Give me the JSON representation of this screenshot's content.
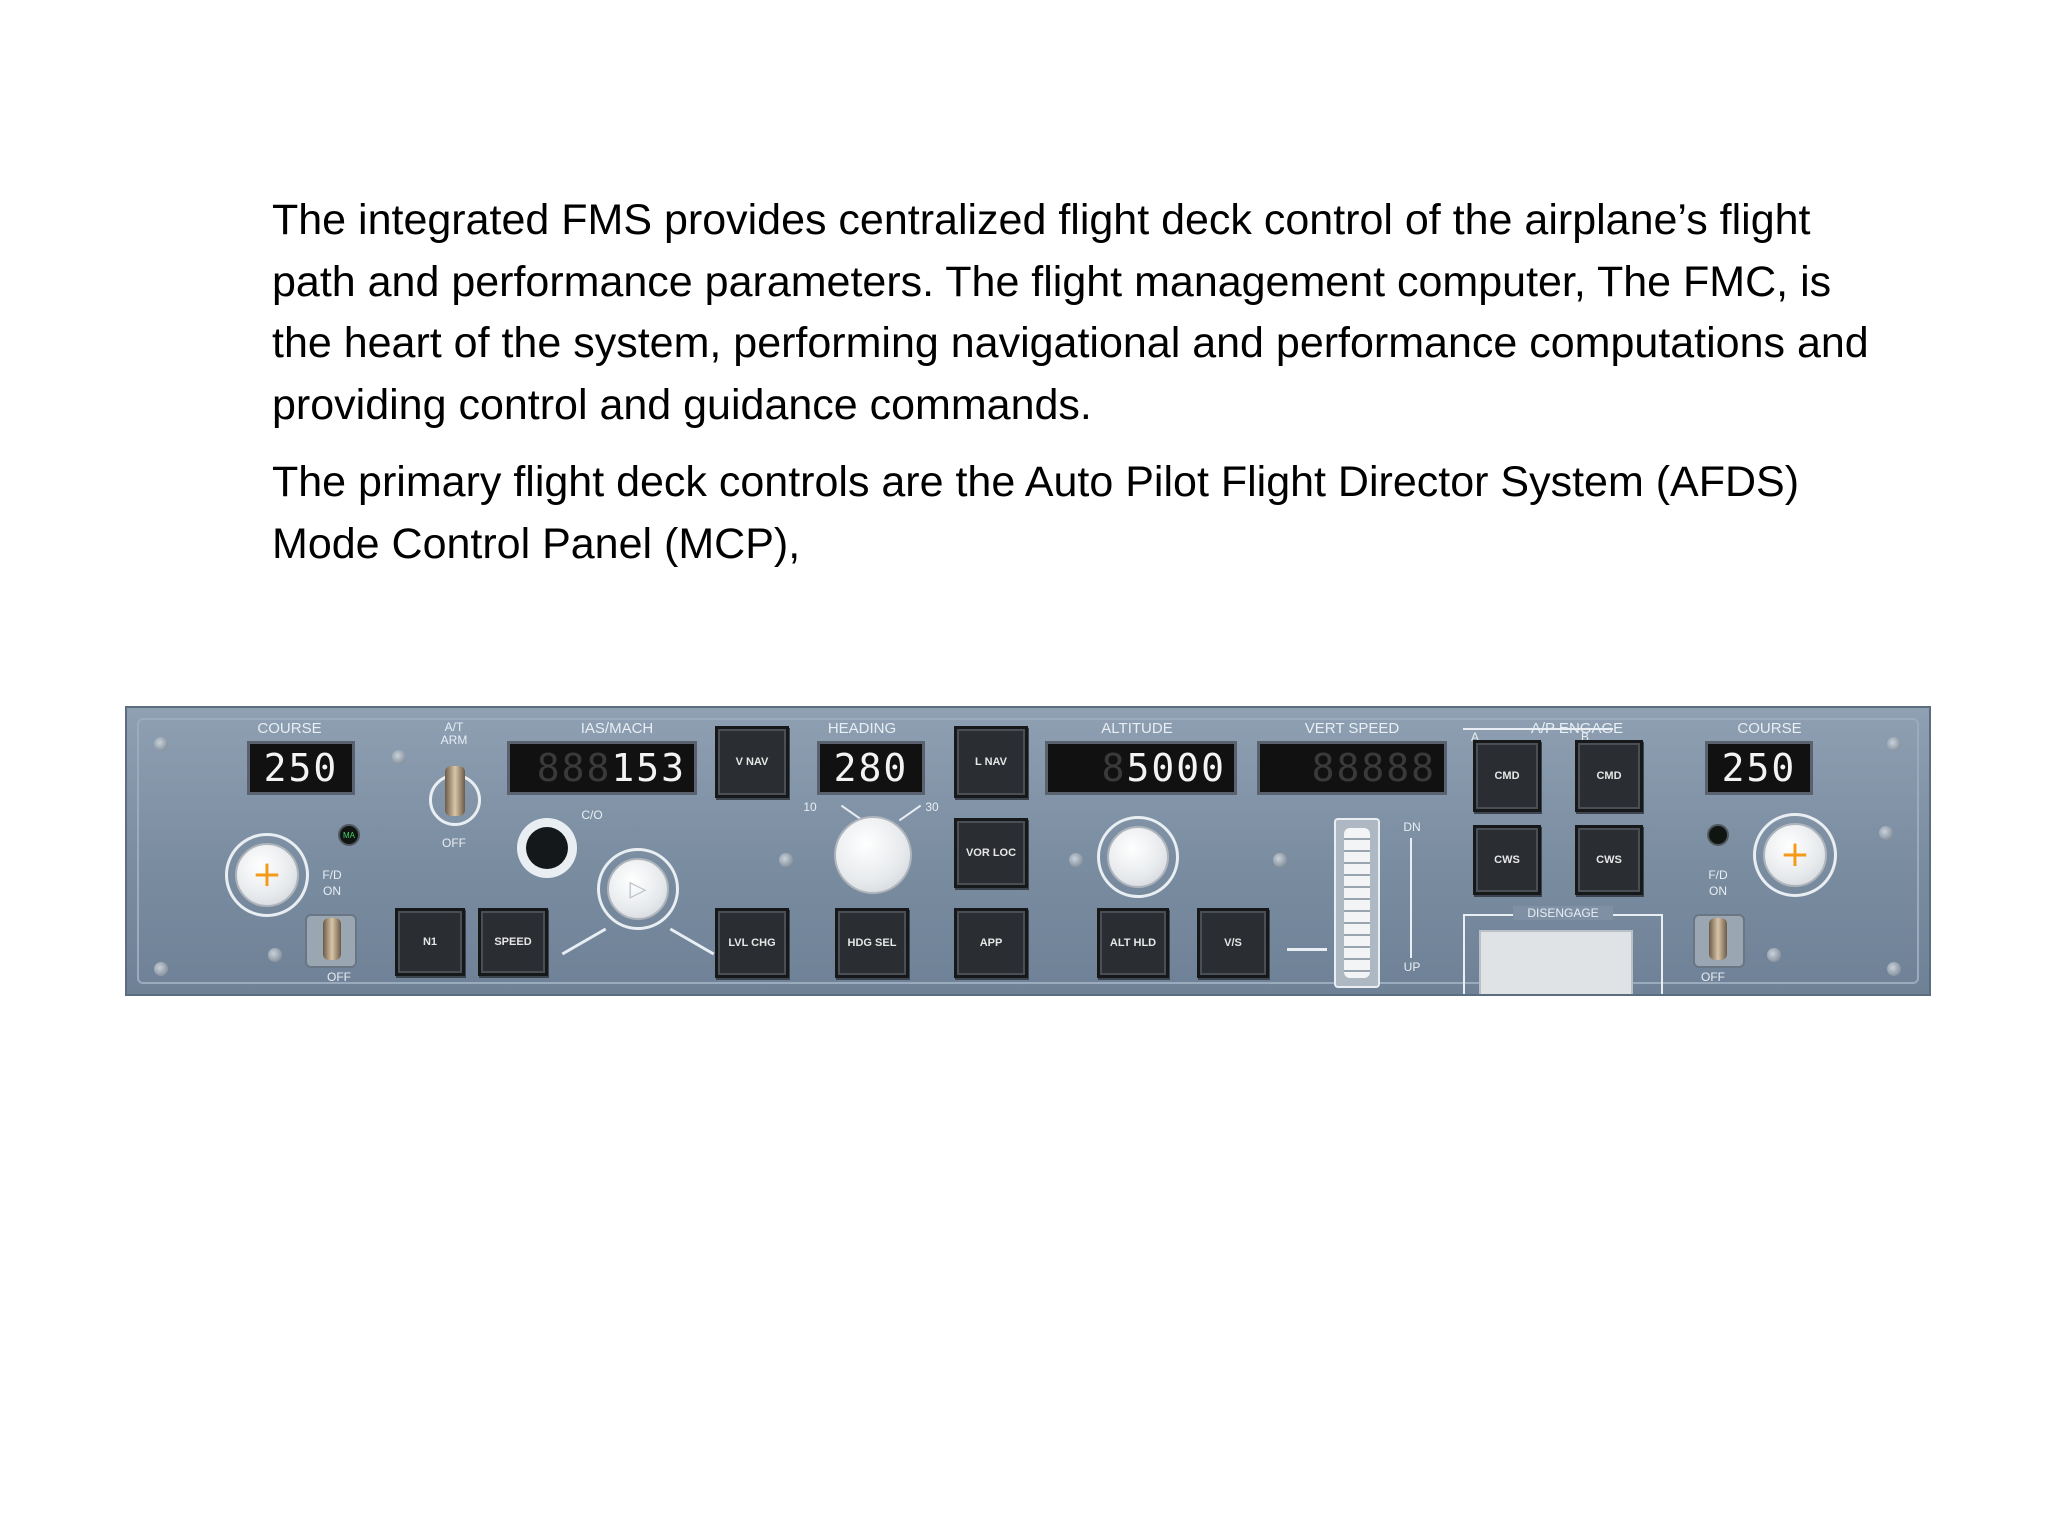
{
  "text": {
    "paragraph1": "The integrated FMS provides centralized flight deck control of the airplane’s flight path and performance parameters. The flight management computer, The FMC, is the heart of the system, performing navigational and performance computations and providing control and guidance commands.",
    "paragraph2": "The primary flight deck controls are the Auto Pilot Flight Director System (AFDS) Mode Control Panel (MCP),"
  },
  "mcp": {
    "course_left": {
      "label": "COURSE",
      "value": "250"
    },
    "at_arm": {
      "label_top": "A/T",
      "label_arm": "ARM",
      "label_off": "OFF"
    },
    "ias_mach": {
      "label": "IAS/MACH",
      "value": "153",
      "co_label": "C/O"
    },
    "vnav": "V NAV",
    "heading": {
      "label": "HEADING",
      "value": "280",
      "bank_10": "10",
      "bank_30": "30"
    },
    "lnav": "L NAV",
    "vor_loc": "VOR LOC",
    "altitude": {
      "label": "ALTITUDE",
      "value": "5000"
    },
    "vert_speed": {
      "label": "VERT SPEED",
      "value": "",
      "dn": "DN",
      "up": "UP"
    },
    "ap_engage": {
      "label": "A/P ENGAGE",
      "a": "A",
      "b": "B",
      "cmd_a": "CMD",
      "cmd_b": "CMD",
      "cws_a": "CWS",
      "cws_b": "CWS",
      "disengage": "DISENGAGE"
    },
    "course_right": {
      "label": "COURSE",
      "value": "250"
    },
    "fd_left": {
      "label": "F/D",
      "on": "ON",
      "off": "OFF",
      "ma": "MA"
    },
    "fd_right": {
      "label": "F/D",
      "on": "ON",
      "off": "OFF"
    },
    "buttons": {
      "n1": "N1",
      "speed": "SPEED",
      "lvl_chg": "LVL CHG",
      "hdg_sel": "HDG SEL",
      "app": "APP",
      "alt_hld": "ALT HLD",
      "vs": "V/S"
    }
  }
}
